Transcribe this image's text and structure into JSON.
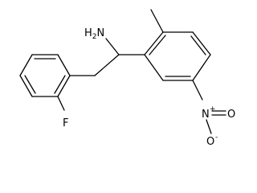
{
  "molecule": {
    "amine_label": "H2N",
    "amine_label_main": "H",
    "amine_label_sub": "2",
    "amine_label_tail": "N",
    "fluoro_label": "F",
    "nitro_nitrogen_label": "N",
    "nitro_nitrogen_charge": "+",
    "nitro_oxygen_double_label": "O",
    "nitro_oxygen_single_label": "O",
    "nitro_oxygen_single_charge": "-"
  },
  "colors": {
    "bond": "#000000",
    "label": "#000000",
    "background": "#ffffff"
  }
}
